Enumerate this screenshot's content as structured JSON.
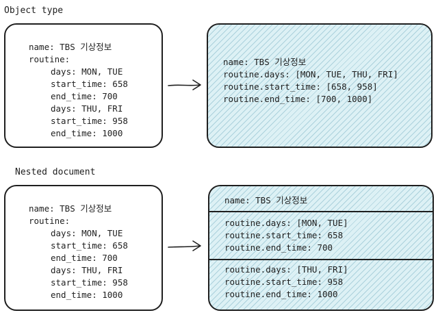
{
  "object_type": {
    "title": "Object type",
    "left_box": {
      "name_line": "name: TBS 기상정보",
      "routine_label": "routine:",
      "lines": [
        "days: MON, TUE",
        "start_time: 658",
        "end_time: 700",
        "days: THU, FRI",
        "start_time: 958",
        "end_time: 1000"
      ]
    },
    "right_box": {
      "lines": [
        "name: TBS 기상정보",
        "routine.days: [MON, TUE, THU, FRI]",
        "routine.start_time: [658, 958]",
        "routine.end_time: [700, 1000]"
      ]
    }
  },
  "nested_document": {
    "title": "Nested document",
    "left_box": {
      "name_line": "name: TBS 기상정보",
      "routine_label": "routine:",
      "lines": [
        "days: MON, TUE",
        "start_time: 658",
        "end_time: 700",
        "days: THU, FRI",
        "start_time: 958",
        "end_time: 1000"
      ]
    },
    "right_box": {
      "header": "name: TBS 기상정보",
      "docs": [
        [
          "routine.days: [MON, TUE]",
          "routine.start_time: 658",
          "routine.end_time: 700"
        ],
        [
          "routine.days: [THU, FRI]",
          "routine.start_time: 958",
          "routine.end_time: 1000"
        ]
      ]
    }
  },
  "colors": {
    "stroke": "#1e1e1e",
    "fill": "#ddf1f5",
    "hatch": "#6eaabe"
  }
}
